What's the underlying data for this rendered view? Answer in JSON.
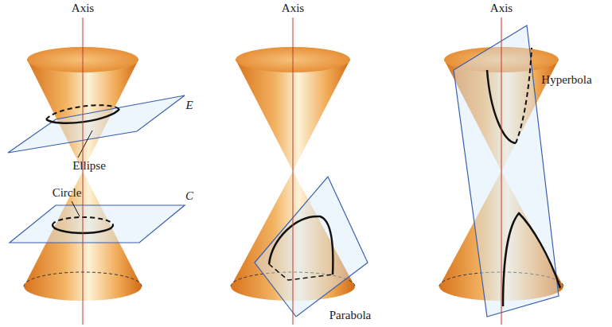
{
  "diagram": {
    "labels": [
      "Axis",
      "E",
      "Ellipse",
      "Circle",
      "C",
      "Axis",
      "Parabola",
      "Axis",
      "Hyperbola"
    ]
  }
}
